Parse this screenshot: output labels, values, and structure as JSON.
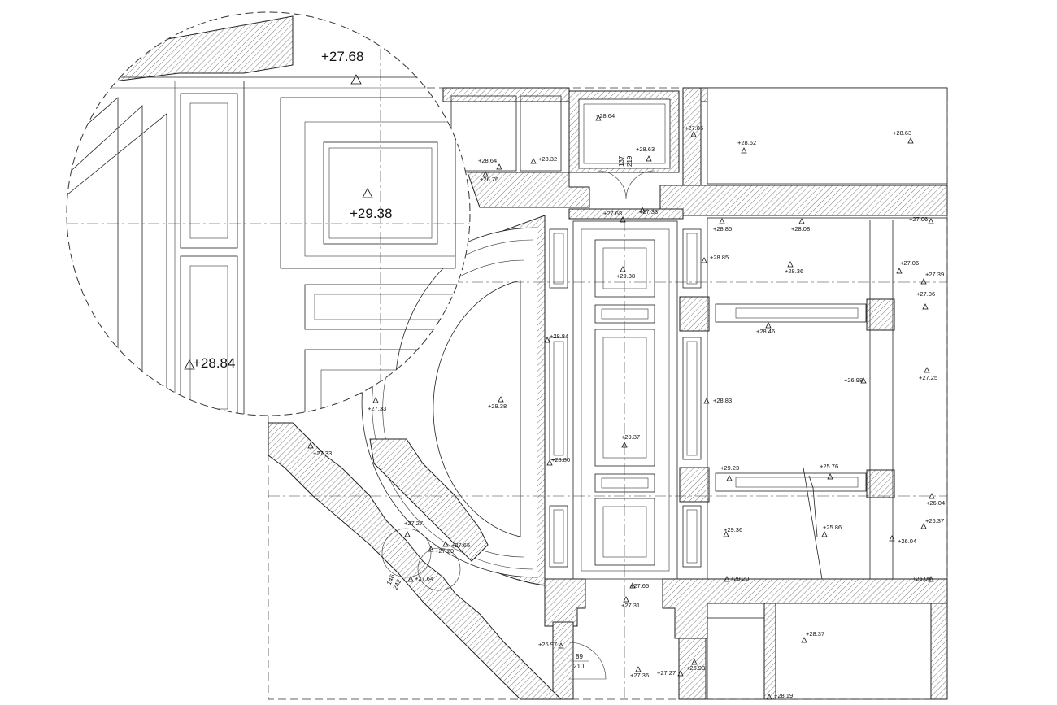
{
  "magnifier": {
    "level_top": "+27.68",
    "level_center": "+29.38",
    "level_left": "+28.84"
  },
  "levels": [
    {
      "id": "l01",
      "text": "+28.64"
    },
    {
      "id": "l02",
      "text": "+28.63"
    },
    {
      "id": "l03",
      "text": "+27.85"
    },
    {
      "id": "l04",
      "text": "+28.62"
    },
    {
      "id": "l05",
      "text": "+28.63"
    },
    {
      "id": "l06",
      "text": "+28.64"
    },
    {
      "id": "l07",
      "text": "+26.76"
    },
    {
      "id": "l08",
      "text": "+28.32"
    },
    {
      "id": "l09",
      "text": "+27.68"
    },
    {
      "id": "l10",
      "text": "+27.33"
    },
    {
      "id": "l11",
      "text": "+28.85"
    },
    {
      "id": "l12",
      "text": "+28.08"
    },
    {
      "id": "l13",
      "text": "+27.06"
    },
    {
      "id": "l14",
      "text": "+28.85"
    },
    {
      "id": "l15",
      "text": "+28.36"
    },
    {
      "id": "l16",
      "text": "+27.06"
    },
    {
      "id": "l17",
      "text": "+27.39"
    },
    {
      "id": "l18",
      "text": "+27.06"
    },
    {
      "id": "l19",
      "text": "+29.38"
    },
    {
      "id": "l20",
      "text": "+28.84"
    },
    {
      "id": "l21",
      "text": "+28.46"
    },
    {
      "id": "l22",
      "text": "+26.98"
    },
    {
      "id": "l23",
      "text": "+27.25"
    },
    {
      "id": "l24",
      "text": "+29.38"
    },
    {
      "id": "l25",
      "text": "+28.83"
    },
    {
      "id": "l26",
      "text": "+27.33"
    },
    {
      "id": "l27",
      "text": "+27.33"
    },
    {
      "id": "l28",
      "text": "+29.37"
    },
    {
      "id": "l29",
      "text": "+28.80"
    },
    {
      "id": "l30",
      "text": "+29.23"
    },
    {
      "id": "l31",
      "text": "+25.76"
    },
    {
      "id": "l32",
      "text": "+26.04"
    },
    {
      "id": "l33",
      "text": "+26.37"
    },
    {
      "id": "l34",
      "text": "+29.36"
    },
    {
      "id": "l35",
      "text": "+25.86"
    },
    {
      "id": "l36",
      "text": "+26.04"
    },
    {
      "id": "l37",
      "text": "+27.27"
    },
    {
      "id": "l38",
      "text": "+27.29"
    },
    {
      "id": "l39",
      "text": "+27.65"
    },
    {
      "id": "l40",
      "text": "+27.64"
    },
    {
      "id": "l41",
      "text": "+29.20"
    },
    {
      "id": "l42",
      "text": "+26.05"
    },
    {
      "id": "l43",
      "text": "+27.65"
    },
    {
      "id": "l44",
      "text": "+27.31"
    },
    {
      "id": "l45",
      "text": "+28.37"
    },
    {
      "id": "l46",
      "text": "+26.97"
    },
    {
      "id": "l47",
      "text": "+27.36"
    },
    {
      "id": "l48",
      "text": "+27.27"
    },
    {
      "id": "l49",
      "text": "+26.93"
    },
    {
      "id": "l50",
      "text": "+28.19"
    }
  ],
  "dimensions": {
    "door_top_a": "137",
    "door_top_b": "219",
    "door_left_a": "146",
    "door_left_b": "242",
    "door_bottom_a": "89",
    "door_bottom_b": "210"
  }
}
